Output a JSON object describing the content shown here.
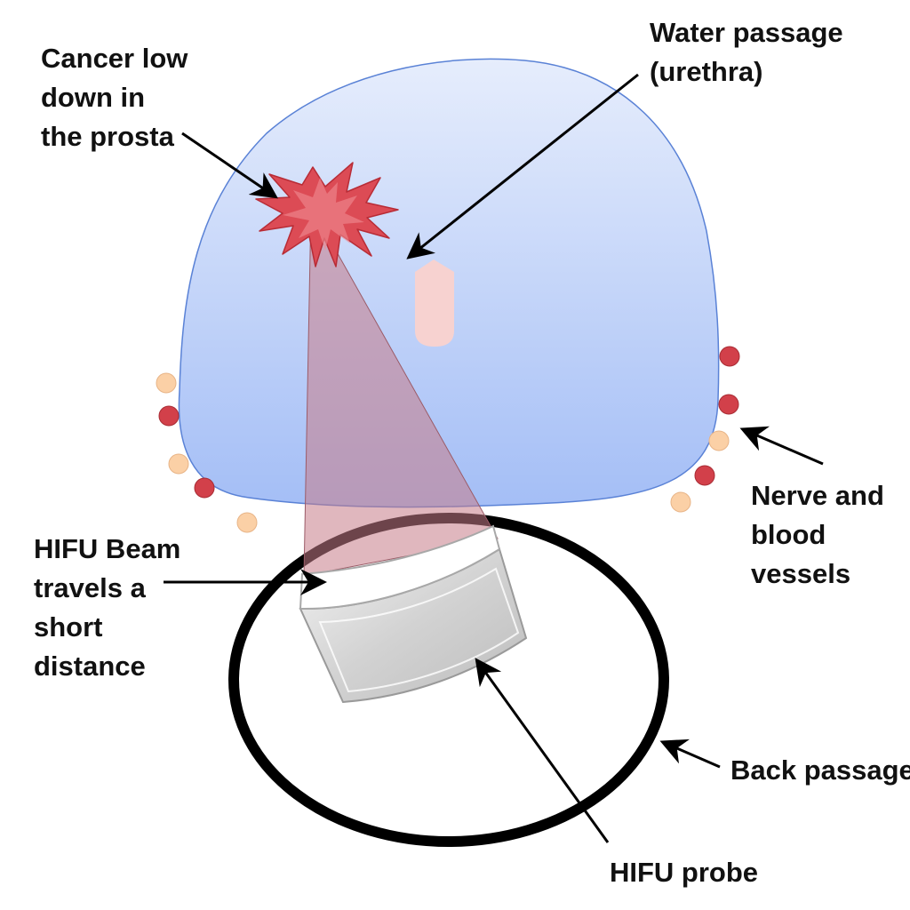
{
  "labels": {
    "cancer": [
      "Cancer low",
      "down in",
      "the prosta"
    ],
    "water_passage": [
      "Water passage",
      "(urethra)"
    ],
    "nerve_vessels": [
      "Nerve and",
      "blood",
      "vessels"
    ],
    "hifu_beam": [
      "HIFU Beam",
      "travels a",
      "short",
      "distance"
    ],
    "back_passage": [
      "Back passage"
    ],
    "hifu_probe": [
      "HIFU probe"
    ]
  },
  "colors": {
    "prostate_top": "#e4ebfc",
    "prostate_bottom": "#a6c0f7",
    "prostate_outline": "#5a82d6",
    "cancer": "#d94450",
    "urethra": "#f6d3d3",
    "beam": "#c97b88",
    "vessel_red": "#d2404a",
    "nerve_peach": "#fbd0a6",
    "rectum_ring": "#000000",
    "probe": "#cfcfcf",
    "arrow": "#000000"
  }
}
